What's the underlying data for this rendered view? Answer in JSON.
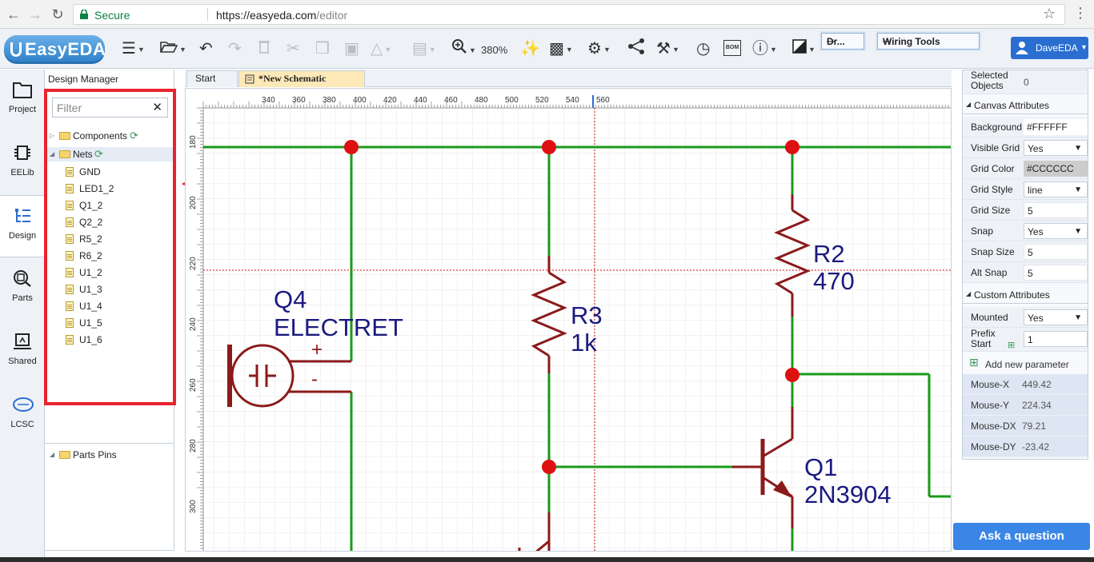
{
  "browser": {
    "secure_label": "Secure",
    "url_host": "https://easyeda.com",
    "url_path": "/editor"
  },
  "toolbar": {
    "logo_text": "EasyEDA",
    "zoom_label": "380%",
    "drawing_panel_label": "Dr...",
    "wiring_panel_label": "Wiring Tools",
    "bom_label": "BOM",
    "user_name": "DaveEDA"
  },
  "left_nav": [
    {
      "label": "Project",
      "icon": "folder-icon"
    },
    {
      "label": "EELib",
      "icon": "chip-icon"
    },
    {
      "label": "Design",
      "icon": "design-tree-icon"
    },
    {
      "label": "Parts",
      "icon": "magnifier-icon"
    },
    {
      "label": "Shared",
      "icon": "shared-icon"
    },
    {
      "label": "LCSC",
      "icon": "lcsc-logo-icon"
    }
  ],
  "design_manager": {
    "title": "Design Manager",
    "filter_placeholder": "Filter",
    "components_label": "Components",
    "nets_label": "Nets",
    "nets": [
      "GND",
      "LED1_2",
      "Q1_2",
      "Q2_2",
      "R5_2",
      "R6_2",
      "U1_2",
      "U1_3",
      "U1_4",
      "U1_5",
      "U1_6"
    ],
    "parts_pins_label": "Parts Pins"
  },
  "tabs": {
    "start": "Start",
    "schematic": "*New Schematic"
  },
  "canvas": {
    "ruler_x": [
      "340",
      "360",
      "380",
      "400",
      "420",
      "440",
      "460",
      "480",
      "500",
      "520",
      "540",
      "560"
    ],
    "ruler_y": [
      "180",
      "200",
      "220",
      "240",
      "260",
      "280",
      "300"
    ],
    "components": {
      "q4_ref": "Q4",
      "q4_value": "ELECTRET",
      "q4_plus": "+",
      "q4_minus": "-",
      "r3_ref": "R3",
      "r3_value": "1k",
      "r2_ref": "R2",
      "r2_value": "470",
      "q1_ref": "Q1",
      "q1_value": "2N3904"
    },
    "colors": {
      "wire": "#1a9a1a",
      "part": "#8b1a1a",
      "junction": "#dd1111",
      "label": "#1a1a80",
      "grid": "#e8e8e8"
    }
  },
  "right_panel": {
    "selected_objects_label": "Selected Objects",
    "selected_objects_value": "0",
    "canvas_attributes_title": "Canvas Attributes",
    "attributes": [
      {
        "label": "Background",
        "value": "#FFFFFF",
        "kind": "text"
      },
      {
        "label": "Visible Grid",
        "value": "Yes",
        "kind": "select"
      },
      {
        "label": "Grid Color",
        "value": "#CCCCCC",
        "kind": "color"
      },
      {
        "label": "Grid Style",
        "value": "line",
        "kind": "select"
      },
      {
        "label": "Grid Size",
        "value": "5",
        "kind": "input"
      },
      {
        "label": "Snap",
        "value": "Yes",
        "kind": "select"
      },
      {
        "label": "Snap Size",
        "value": "5",
        "kind": "input"
      },
      {
        "label": "Alt Snap",
        "value": "5",
        "kind": "input"
      }
    ],
    "custom_attributes_title": "Custom Attributes",
    "mounted_label": "Mounted",
    "mounted_value": "Yes",
    "prefix_start_label": "Prefix Start",
    "prefix_start_value": "1",
    "add_param_label": "Add new parameter",
    "mouse": [
      {
        "label": "Mouse-X",
        "value": "449.42"
      },
      {
        "label": "Mouse-Y",
        "value": "224.34"
      },
      {
        "label": "Mouse-DX",
        "value": "79.21"
      },
      {
        "label": "Mouse-DY",
        "value": "-23.42"
      }
    ]
  },
  "ask_button_label": "Ask a question",
  "annotation": {
    "highlight_color": "#e8232e"
  }
}
